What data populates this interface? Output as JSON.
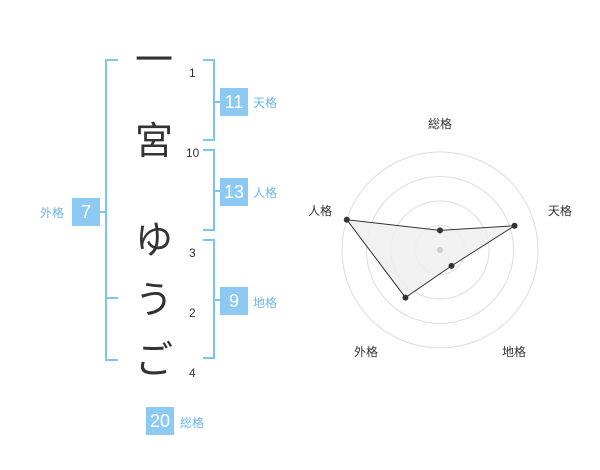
{
  "name": {
    "characters": [
      "一",
      "宮",
      "ゆ",
      "う",
      "ご"
    ],
    "strokes": [
      "1",
      "10",
      "3",
      "2",
      "4"
    ]
  },
  "fortune": {
    "tenkaku": {
      "value": "11",
      "label": "天格"
    },
    "jinkaku": {
      "value": "13",
      "label": "人格"
    },
    "chikaku": {
      "value": "9",
      "label": "地格"
    },
    "gaikaku": {
      "value": "7",
      "label": "外格"
    },
    "soukaku": {
      "value": "20",
      "label": "総格"
    }
  },
  "chart_data": {
    "type": "radar",
    "axes": [
      "総格",
      "天格",
      "地格",
      "外格",
      "人格"
    ],
    "values": [
      1,
      4,
      1,
      3,
      5
    ],
    "max": 5,
    "rings": 4,
    "colors": {
      "fill": "#efefef",
      "line": "#333333",
      "grid": "#dddddd",
      "center": "#cccccc"
    }
  },
  "colors": {
    "bracket": "#7cc5f0",
    "badge": "#8ccaf3",
    "badge_label": "#6cb7e8"
  }
}
